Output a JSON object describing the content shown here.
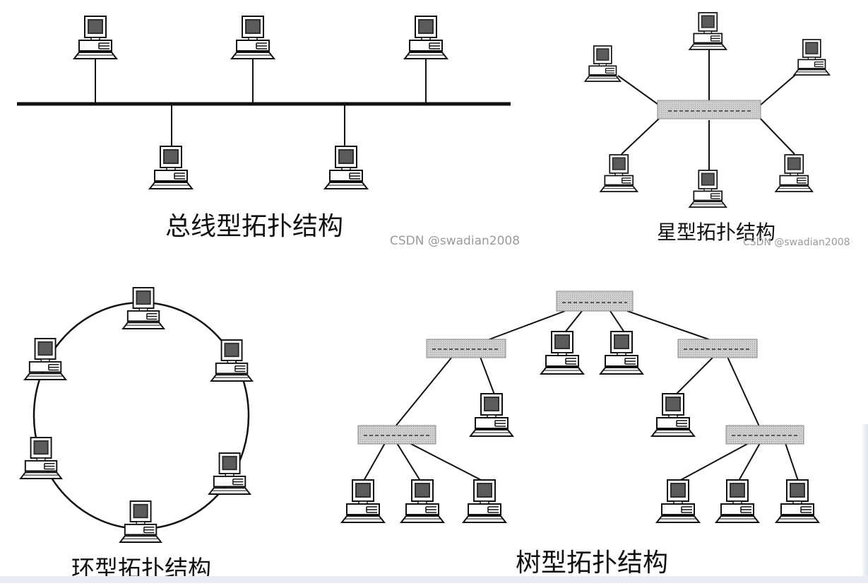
{
  "titles": {
    "bus": "总线型拓扑结构",
    "star": "星型拓扑结构",
    "ring": "环型拓扑结构",
    "tree": "树型拓扑结构"
  },
  "watermarks": {
    "first": "CSDN @swadian2008",
    "second": "CSDN @swadian2008"
  },
  "colors": {
    "line": "#111111",
    "hub_fill": "#c9c9c9",
    "screen": "#2a2a2a",
    "watermark": "#9a9a9a",
    "title": "#111111"
  },
  "icons": {
    "node": "computer-icon",
    "hub": "hub-icon"
  }
}
